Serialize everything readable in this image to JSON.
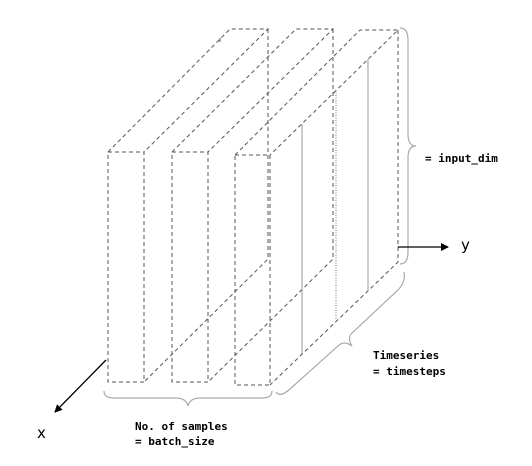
{
  "labels": {
    "input_dim": "= input_dim",
    "timeseries_1": "Timeseries",
    "timeseries_2": "= timesteps",
    "samples_1": "No. of samples",
    "samples_2": "= batch_size",
    "axis_x": "x",
    "axis_y": "y"
  },
  "colors": {
    "dashed_stroke": "#555555",
    "brace_stroke": "#aaaaaa",
    "axis_stroke": "#000000"
  }
}
